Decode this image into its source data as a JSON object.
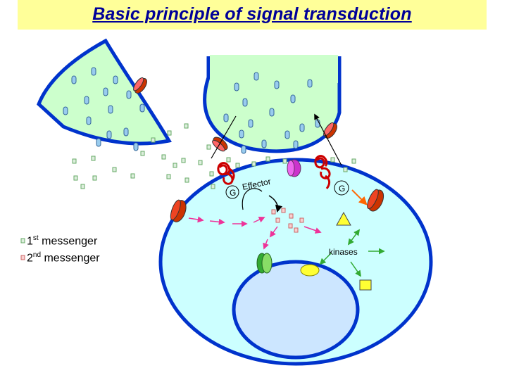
{
  "title": "Basic principle of signal transduction",
  "legend": [
    {
      "ordinal": "1",
      "suffix": "st",
      "text": " messenger"
    },
    {
      "ordinal": "2",
      "suffix": "nd",
      "text": " messenger"
    }
  ],
  "labels": {
    "g_left": "G",
    "g_right": "G",
    "effector": "Effector",
    "kinases": "kinases"
  },
  "colors": {
    "cell_fill": "#ccffff",
    "membrane": "#0033cc",
    "nucleus_fill": "#cce6ff",
    "vesicle_fill": "#ccffcc",
    "receptor": "#cc3300",
    "g_protein": "#cc0000",
    "effector": "#cc33cc",
    "second_messenger_arrow": "#ee3399",
    "kinase_arrow": "#33aa33"
  }
}
